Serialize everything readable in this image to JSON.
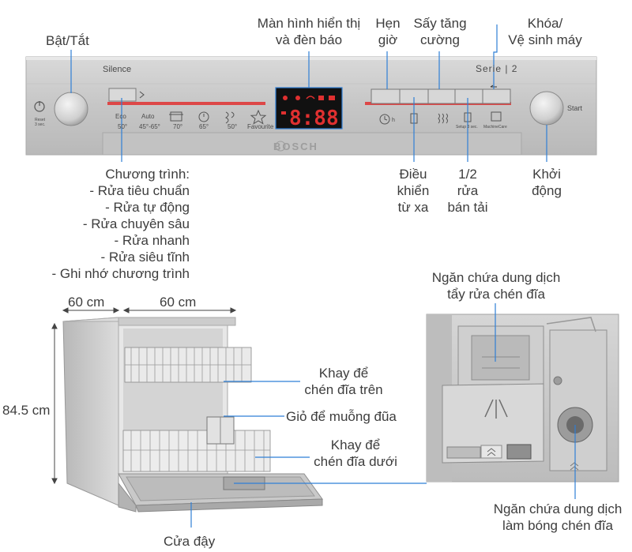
{
  "labels": {
    "power": "Bật/Tắt",
    "display": [
      "Màn hình hiển thị",
      "và đèn báo"
    ],
    "timer": [
      "Hẹn",
      "giờ"
    ],
    "extra_dry": [
      "Sấy tăng",
      "cường"
    ],
    "lock": [
      "Khóa/",
      "Vệ sinh máy"
    ],
    "programs_title": "Chương trình:",
    "programs": [
      "- Rửa tiêu chuẩn",
      "- Rửa tự động",
      "- Rửa chuyên sâu",
      "- Rửa nhanh",
      "- Rửa siêu tĩnh",
      "- Ghi nhớ chương trình"
    ],
    "remote": [
      "Điều",
      "khiển",
      "từ xa"
    ],
    "half_load": [
      "1/2",
      "rửa",
      "bán tải"
    ],
    "start": [
      "Khởi",
      "động"
    ],
    "detergent": [
      "Ngăn chứa dung dịch",
      "tẩy rửa chén đĩa"
    ],
    "rinse_aid": [
      "Ngăn chứa dung dịch",
      "làm bóng chén đĩa"
    ],
    "upper_rack": [
      "Khay để",
      "chén đĩa trên"
    ],
    "cutlery": "Giỏ để muỗng đũa",
    "lower_rack": [
      "Khay để",
      "chén đĩa dưới"
    ],
    "door": "Cửa đậy",
    "depth": "60 cm",
    "width": "60 cm",
    "height": "84.5 cm"
  },
  "panel": {
    "silence": "Silence",
    "serie": "Serie | 2",
    "brand": "BOSCH",
    "start": "Start",
    "reset": "Reset\n3 sec.",
    "display_digits": "8:88",
    "programs": [
      {
        "name": "Eco",
        "temp": "50°"
      },
      {
        "name": "Auto",
        "temp": "45°-65°"
      },
      {
        "name": "",
        "temp": "70°"
      },
      {
        "name": "",
        "temp": "65°"
      },
      {
        "name": "",
        "temp": "50°"
      },
      {
        "name": "",
        "temp": "Favourite"
      }
    ],
    "right_labels": [
      "h",
      "",
      "",
      "Setup 3 sec.",
      "MachineCare"
    ]
  },
  "colors": {
    "panel": "#c9c9c9",
    "panel_dark": "#a9a9a9",
    "accent_line": "#2f7fd6",
    "red_led": "#e03030",
    "display_bg": "#111111"
  }
}
